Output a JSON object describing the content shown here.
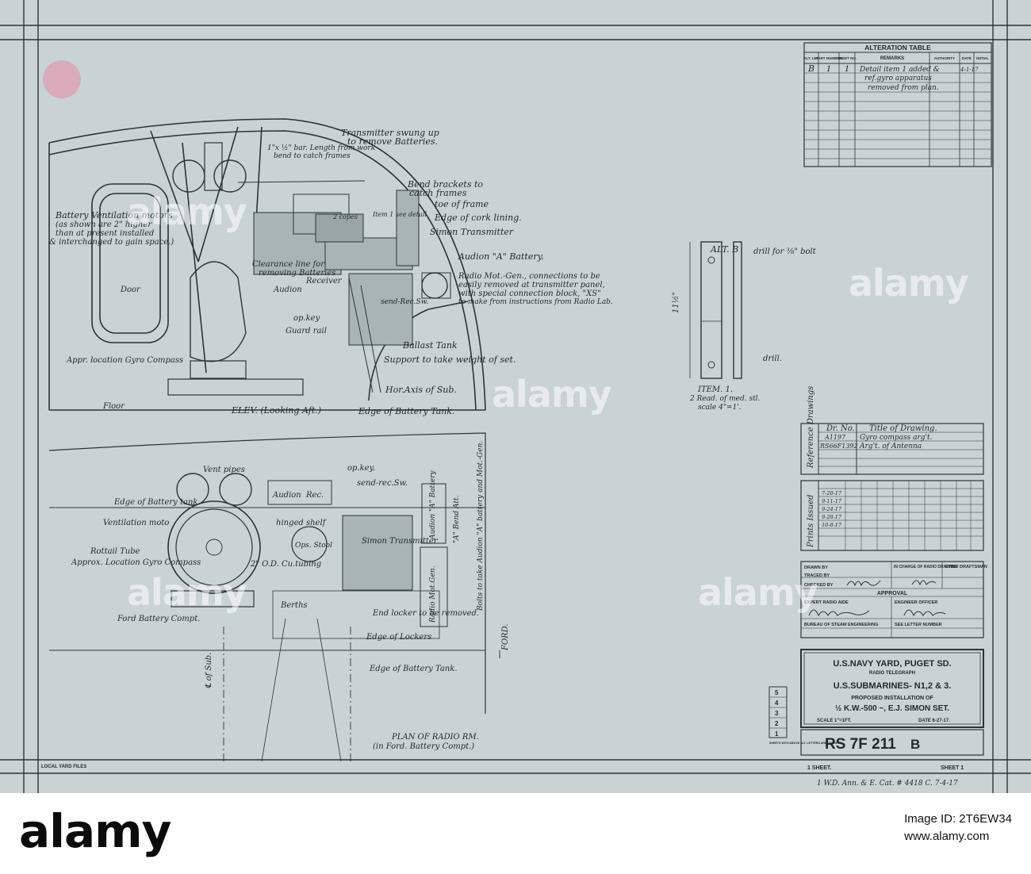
{
  "alteration_table": {
    "title": "ALTERATION TABLE",
    "headers": [
      "ALT. LET.",
      "PART NUMBER",
      "SHEET NO.",
      "REMARKS",
      "AUTHORITY",
      "DATE",
      "INITIAL"
    ],
    "row": {
      "let": "B",
      "part": "1",
      "sheet": "1",
      "remarks_1": "Detail item 1 added &",
      "remarks_2": "ref.gyro apparatus",
      "remarks_3": "removed from plan.",
      "date": "4-1-17"
    }
  },
  "elevation": {
    "title": "ELEV. (Looking Aft.)",
    "labels": {
      "transmitter_swung": "Transmitter swung up",
      "to_remove": "to remove Batteries.",
      "bar": "1\"x ½\" bar. Length from work",
      "bend_catch": "bend to catch frames",
      "bend_brackets": "Bend brackets to",
      "catch_frames": "catch frames",
      "toe": "toe of frame",
      "cork": "Edge of cork lining.",
      "simon": "Simon Transmitter",
      "audion_battery": "Audion \"A\" Battery.",
      "radio_mot_1": "Radio Mot.-Gen., connections to be",
      "radio_mot_2": "easily removed at transmitter panel,",
      "radio_mot_3": "with special connection block, \"XS\"",
      "radio_mot_4": "to make from instructions from Radio Lab.",
      "battery_vent_1": "Battery Ventilation motors",
      "battery_vent_2": "(as shown are 2\" higher",
      "battery_vent_3": "than at present installed",
      "battery_vent_4": "& interchanged to gain space.)",
      "clearance_1": "Clearance line for",
      "clearance_2": "removing Batteries",
      "receiver": "Receiver",
      "audion": "Audion",
      "door": "Door",
      "send_rec": "send-Rec.Sw.",
      "op_key": "op.key",
      "guard_rail": "Guard rail",
      "ballast": "Ballast Tank",
      "support": "Support to take weight of set.",
      "gyro": "Appr. location Gyro Compass",
      "hor_axis": "Hor.Axis of Sub.",
      "floor": "Floor",
      "edge_battery_tank": "Edge of Battery Tank.",
      "item_see": "Item 1 see detail",
      "copes": "2 copes"
    }
  },
  "detail": {
    "title": "ALT. B",
    "drill_bolt": "drill for ⅜\" bolt",
    "drill": "drill.",
    "dim_total": "11½\"",
    "item": "ITEM. 1.",
    "item_desc": "2 Read. of med. stl.",
    "scale": "scale 4\"=1'."
  },
  "plan": {
    "title_1": "PLAN OF RADIO RM.",
    "title_2": "(in Ford. Battery Compt.)",
    "labels": {
      "vent_pipes": "Vent pipes",
      "op_key": "op.key.",
      "send_rec": "send-rec.Sw.",
      "edge_battery_tank": "Edge of Battery tank",
      "audion": "Audion",
      "rec": "Rec.",
      "ventilation": "Ventilation moto",
      "hinged_shelf": "hinged shelf",
      "audion_battery": "Audion \"A\" Battery",
      "a_bend": "\"A\" Bend Att.",
      "rotail": "Rottail Tube",
      "approx_gyro": "Approx. Location Gyro Compass",
      "ops_stool": "Ops. Stool",
      "od_tubing": "2\" O.D. Cu.tubing",
      "simon": "Simon Transmitter",
      "radio_motgen": "Radio Mot.Gen.",
      "bolts": "Bolts to take Audion \"A\" battery and Mot.-Gen.",
      "ford_battery": "Ford Battery Compt.",
      "berths": "Berths",
      "end_locker": "End locker to be removed.",
      "edge_lockers": "Edge of Lockers",
      "edge_battery_tank2": "Edge of Battery Tank.",
      "cl_sub": "℄ of Sub.",
      "ford": "FORD."
    }
  },
  "reference_drawings": {
    "side_label": "Reference Drawings",
    "col_no": "Dr. No.",
    "col_title": "Title of Drawing.",
    "rows": [
      {
        "no": "A1197",
        "title": "Gyro compass arg't."
      },
      {
        "no": "RS66F1392",
        "title": "Arg't. of Antenna"
      }
    ]
  },
  "prints_issued": {
    "side_label": "Prints Issued",
    "dates": [
      "7-20-17",
      "9-11-17",
      "9-24-17",
      "9-28-17",
      "10-8-17"
    ]
  },
  "signature_block": {
    "drawn_by": "DRAWN BY",
    "traced_by": "TRACED BY",
    "checked_by": "CHECKED BY",
    "in_charge": "IN CHARGE OF RADIO DRAFTING",
    "chief": "CHIEF DRAFTSMAN",
    "approval": "APPROVAL",
    "expert": "EXPERT RADIO AIDE",
    "engineer": "ENGINEER OFFICER",
    "bureau": "BUREAU OF STEAM ENGINEERING",
    "see_letter": "SEE LETTER NUMBER"
  },
  "title_block": {
    "yard": "U.S.NAVY YARD, PUGET SD.",
    "dept": "RADIO TELEGRAPH",
    "subject": "U.S.SUBMARINES- N1,2 & 3.",
    "proposed": "PROPOSED INSTALLATION OF",
    "set": "½ K.W.-500 ~, E.J. SIMON SET.",
    "scale": "SCALE 1\"=1FT.",
    "date": "DATE 6-27-17.",
    "sheets_with": "SHEETS WITH ABOVE ALT. LETTERS ARE CORRECT",
    "sheet_numbers": [
      "5",
      "4",
      "3",
      "2",
      "1"
    ],
    "drawing_no": "RS 7F 211",
    "revision": "B"
  },
  "footer": {
    "local_yard": "LOCAL YARD FILES",
    "sheet_count": "1 SHEET.",
    "sheet_no": "SHEET 1",
    "note": "1 W.D. Ann. & E. Cat. # 4418 C. 7-4-17"
  },
  "watermark": {
    "brand": "alamy",
    "image_id_label": "Image ID: 2T6EW34",
    "site": "www.alamy.com"
  }
}
